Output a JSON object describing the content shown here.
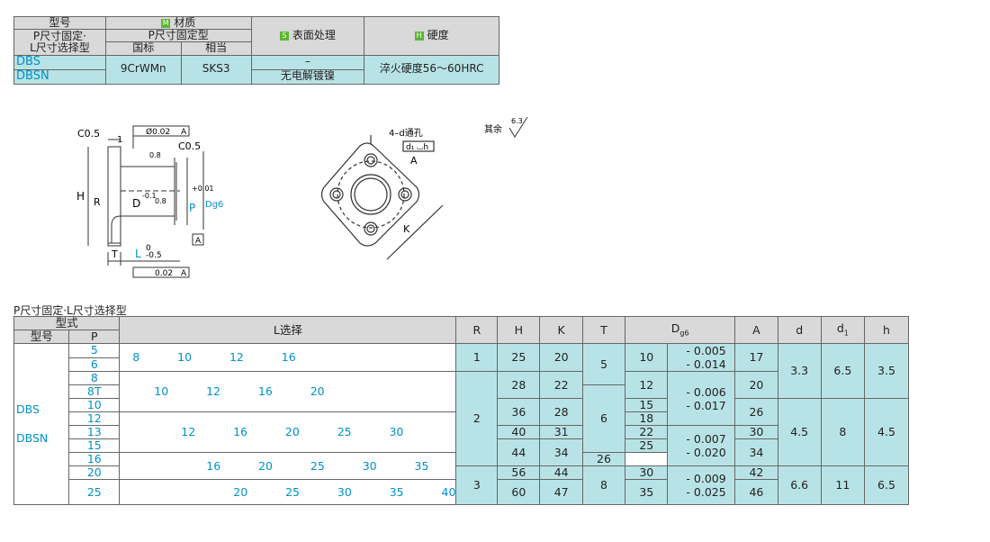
{
  "top_table": {
    "h_model": "型号",
    "h_material": "材质",
    "h_p_fixed_l": "P尺寸固定·",
    "h_l_select": "L尺寸选择型",
    "h_p_fixed": "P尺寸固定型",
    "h_gb": "国标",
    "h_equiv": "相当",
    "h_surface": "表面处理",
    "h_hardness": "硬度",
    "badge_m": "M",
    "badge_s": "S",
    "badge_h": "H",
    "model_1": "DBS",
    "model_2": "DBSN",
    "material_gb": "9CrWMn",
    "material_equiv": "SKS3",
    "surface_1": "–",
    "surface_2": "无电解镀镍",
    "hardness": "淬火硬度56～60HRC"
  },
  "drawing": {
    "c05_left": "C0.5",
    "c05_right": "C0.5",
    "concentric": "Ø0.02",
    "datum_a": "A",
    "perp": "0.02",
    "ra_08": "0.8",
    "lbl_h": "H",
    "lbl_r": "R",
    "lbl_d": "D",
    "lbl_p": "P",
    "lbl_dg6": "Dg6",
    "lbl_t": "T",
    "lbl_l": "L",
    "l_tol": "-0.5",
    "zero": "0",
    "p_tol": "+0.01",
    "d_tol": "-0.1",
    "lbl_1": "1",
    "holes": "4–d通孔",
    "d1h": "d₁ ⌴h",
    "lbl_a": "A",
    "lbl_k": "K",
    "others": "其余",
    "others_ra": "6.3"
  },
  "section_title": "P尺寸固定·L尺寸选择型",
  "table2": {
    "headers": {
      "type": "型式",
      "model": "型号",
      "p": "P",
      "lsel": "L选择",
      "r": "R",
      "h": "H",
      "k": "K",
      "t": "T",
      "dg6": "D",
      "dg6_sub": "g6",
      "a": "A",
      "d": "d",
      "d1": "d",
      "d1_sub": "1",
      "hh": "h"
    },
    "models": [
      "DBS",
      "DBSN"
    ],
    "p": [
      "5",
      "6",
      "8",
      "8T",
      "10",
      "12",
      "13",
      "15",
      "16",
      "20",
      "25"
    ],
    "lsel": [
      "8   10   12   16",
      "10   12   16   20",
      "12   16   20   25   30",
      "16   20   25   30   35",
      "20   25   30   35   40"
    ],
    "r": [
      "1",
      "2",
      "3"
    ],
    "h": [
      "25",
      "28",
      "36",
      "40",
      "44",
      "56",
      "60"
    ],
    "k": [
      "20",
      "22",
      "28",
      "31",
      "34",
      "44",
      "47"
    ],
    "t": [
      "5",
      "6",
      "8"
    ],
    "d": [
      "10",
      "12",
      "15",
      "18",
      "22",
      "25",
      "26",
      "30",
      "35"
    ],
    "dtol": [
      [
        "- 0.005",
        "- 0.014"
      ],
      [
        "- 0.006",
        "- 0.017"
      ],
      [
        "- 0.007",
        "- 0.020"
      ],
      [
        "- 0.009",
        "- 0.025"
      ]
    ],
    "a": [
      "17",
      "20",
      "26",
      "30",
      "34",
      "42",
      "46"
    ],
    "dd": [
      "3.3",
      "4.5",
      "6.6"
    ],
    "d1": [
      "6.5",
      "8",
      "11"
    ],
    "hh": [
      "3.5",
      "4.5",
      "6.5"
    ]
  },
  "colors": {
    "teal": "#b8e3e6",
    "header_gray": "#d9d9d9",
    "blue": "#0091c8",
    "badge_green": "#5cb531"
  }
}
